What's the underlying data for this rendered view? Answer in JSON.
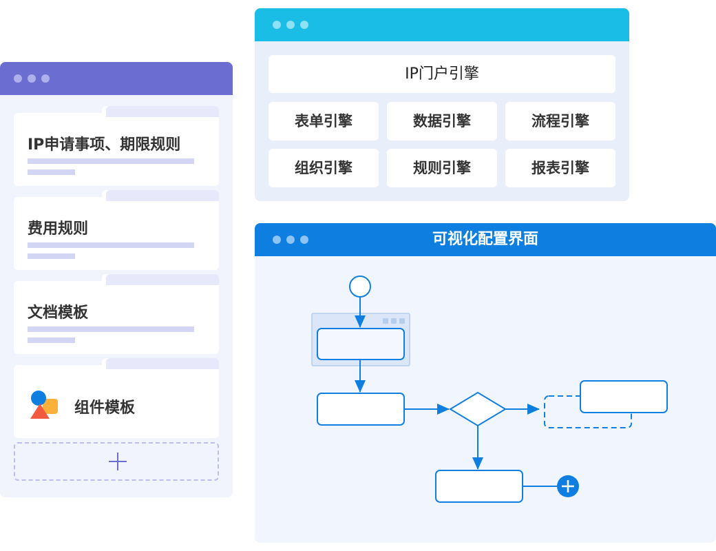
{
  "left_panel": {
    "cards": [
      {
        "title": "IP申请事项、期限规则"
      },
      {
        "title": "费用规则"
      },
      {
        "title": "文档模板"
      },
      {
        "title": "组件模板"
      }
    ],
    "add_icon": "plus-icon",
    "component_icon": "shapes-icon"
  },
  "engines_panel": {
    "portal": "IP门户引擎",
    "engines": [
      "表单引擎",
      "数据引擎",
      "流程引擎",
      "组织引擎",
      "规则引擎",
      "报表引擎"
    ]
  },
  "config_panel": {
    "title": "可视化配置界面",
    "add_icon": "plus-circle-icon"
  },
  "colors": {
    "left_accent": "#6b6ed0",
    "top_accent": "#1abde5",
    "bottom_accent": "#0e7fe1",
    "flow_line": "#0e7fe1"
  }
}
